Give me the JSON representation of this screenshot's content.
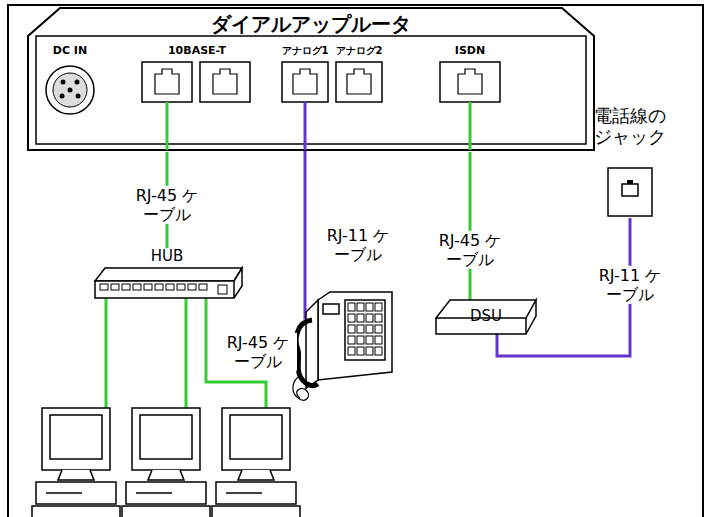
{
  "diagram": {
    "nodes": [
      {
        "text": [
          "ダイアルアップルータ"
        ]
      },
      {
        "text": [
          "HUB"
        ]
      },
      {
        "text": [
          "DSU"
        ]
      },
      {
        "text": [
          "電話線の ジャック"
        ]
      }
    ],
    "edges": [
      {
        "from": 0,
        "to": 1,
        "arrow": "none",
        "label": "RJ-45 ケーブル"
      },
      {
        "from": 0,
        "to": 2,
        "arrow": "none",
        "label": "RJ-45 ケーブル"
      },
      {
        "from": 2,
        "to": 3,
        "arrow": "none",
        "label": "RJ-11 ケーブル"
      }
    ],
    "labels": [
      "DC IN",
      "10BASE-T",
      "アナログ1",
      "アナログ2",
      "ISDN",
      "RJ-11 ケーブル",
      "RJ-45 ケーブル"
    ]
  }
}
